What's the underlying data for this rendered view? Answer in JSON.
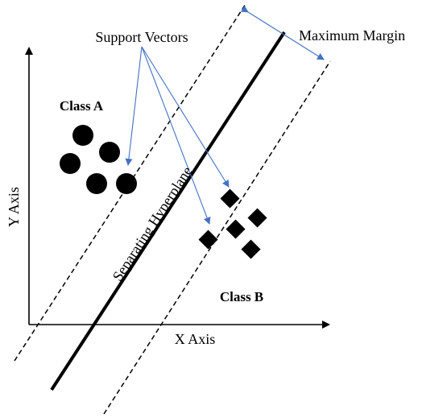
{
  "labels": {
    "support_vectors": "Support Vectors",
    "maximum_margin": "Maximum Margin",
    "class_a": "Class A",
    "class_b": "Class B",
    "separating_hyperplane": "Separating Hyperplane",
    "y_axis": "Y Axis",
    "x_axis": "X Axis"
  },
  "colors": {
    "ink": "#000000",
    "annotation_arrow": "#4472c4"
  }
}
